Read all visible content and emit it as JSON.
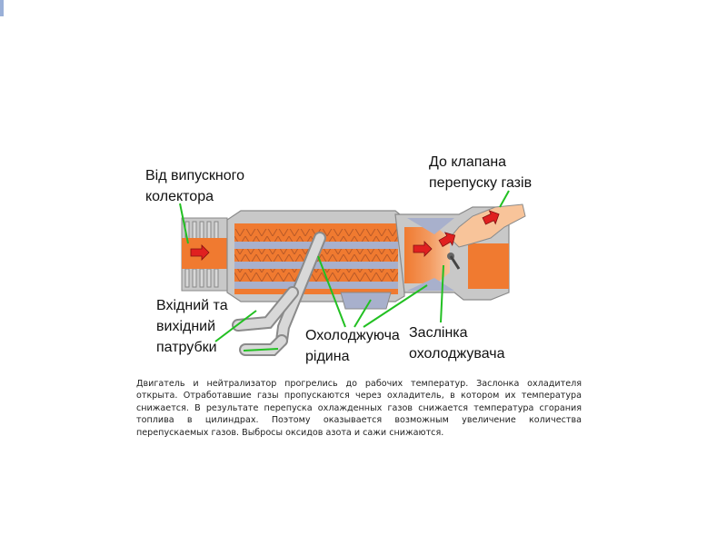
{
  "labels": {
    "inlet": [
      "Від випускного",
      "колектора"
    ],
    "outlet": [
      "До клапана",
      "перепуску газів"
    ],
    "pipes": [
      "Вхідний та",
      "вихідний",
      "патрубки"
    ],
    "coolant": [
      "Охолоджуюча",
      "рідина"
    ],
    "flap": [
      "Заслінка",
      "охолоджувача"
    ]
  },
  "caption": "Двигатель и нейтрализатор прогрелись до рабочих температур. Заслонка охладителя открыта. Отработавшие газы пропускаются через охладитель, в котором их температура снижается. В результате перепуска охлажденных газов снижается температура сгорания топлива в цилиндрах. Поэтому оказывается возможным увеличение количества перепускаемых газов. Выбросы оксидов азота и сажи снижаются.",
  "colors": {
    "gas_hot": "#f07a30",
    "gas_cool": "#f8b888",
    "housing": "#c8c8c8",
    "coolant": "#a8b0cc",
    "arrow": "#e02020",
    "leader": "#22c022"
  }
}
